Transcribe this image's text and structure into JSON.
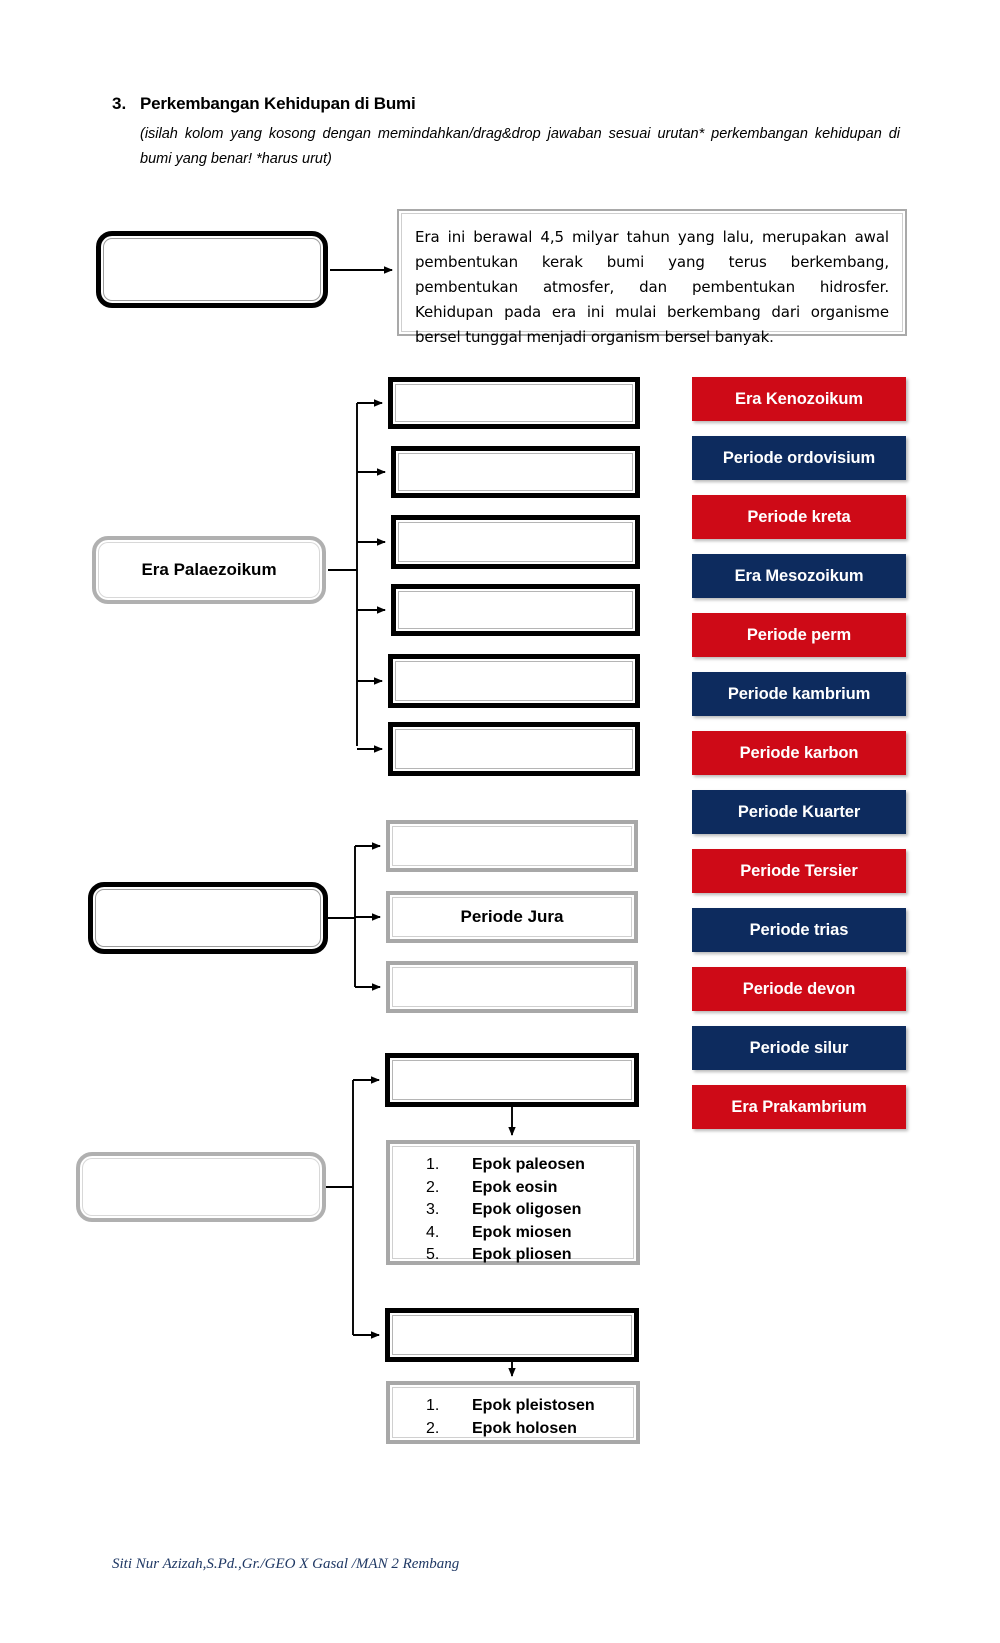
{
  "header": {
    "number": "3.",
    "title": "Perkembangan Kehidupan di Bumi",
    "instruction": "(isilah kolom yang kosong dengan memindahkan/drag&drop jawaban sesuai urutan* perkembangan kehidupan di bumi yang benar! *harus urut)"
  },
  "intro": {
    "paragraph": "Era ini berawal 4,5 milyar tahun yang lalu, merupakan awal pembentukan kerak bumi yang terus berkembang, pembentukan atmosfer, dan pembentukan hidrosfer. Kehidupan pada era ini mulai berkembang dari organisme bersel tunggal menjadi organism bersel banyak."
  },
  "left_nodes": {
    "era_blank_1": "",
    "era_palaezoikum": "Era Palaezoikum",
    "era_blank_2": "",
    "era_blank_3": ""
  },
  "drop_slots": {
    "group_palaezoikum": [
      "",
      "",
      "",
      "",
      "",
      ""
    ],
    "group_mesozoikum": [
      "",
      "Periode Jura",
      ""
    ],
    "group_kenozoikum": [
      "",
      ""
    ]
  },
  "epoch_lists": {
    "tersier": {
      "items": [
        {
          "index": "1.",
          "label": "Epok paleosen"
        },
        {
          "index": "2.",
          "label": "Epok eosin"
        },
        {
          "index": "3.",
          "label": "Epok oligosen"
        },
        {
          "index": "4.",
          "label": "Epok miosen"
        },
        {
          "index": "5.",
          "label": "Epok pliosen"
        }
      ]
    },
    "kuarter": {
      "items": [
        {
          "index": "1.",
          "label": "Epok pleistosen"
        },
        {
          "index": "2.",
          "label": "Epok holosen"
        }
      ]
    }
  },
  "answer_bank": {
    "colors": {
      "red": "#CE0A17",
      "navy": "#0D2B5E"
    },
    "chips": [
      {
        "label": "Era Kenozoikum",
        "color": "red"
      },
      {
        "label": "Periode ordovisium",
        "color": "navy"
      },
      {
        "label": "Periode kreta",
        "color": "red"
      },
      {
        "label": "Era Mesozoikum",
        "color": "navy"
      },
      {
        "label": "Periode perm",
        "color": "red"
      },
      {
        "label": "Periode kambrium",
        "color": "navy"
      },
      {
        "label": "Periode karbon",
        "color": "red"
      },
      {
        "label": "Periode Kuarter",
        "color": "navy"
      },
      {
        "label": "Periode Tersier",
        "color": "red"
      },
      {
        "label": "Periode trias",
        "color": "navy"
      },
      {
        "label": "Periode devon",
        "color": "red"
      },
      {
        "label": "Periode silur",
        "color": "navy"
      },
      {
        "label": "Era Prakambrium",
        "color": "red"
      }
    ]
  },
  "footer": {
    "credit": "Siti Nur Azizah,S.Pd.,Gr./GEO X Gasal /MAN 2 Rembang"
  }
}
